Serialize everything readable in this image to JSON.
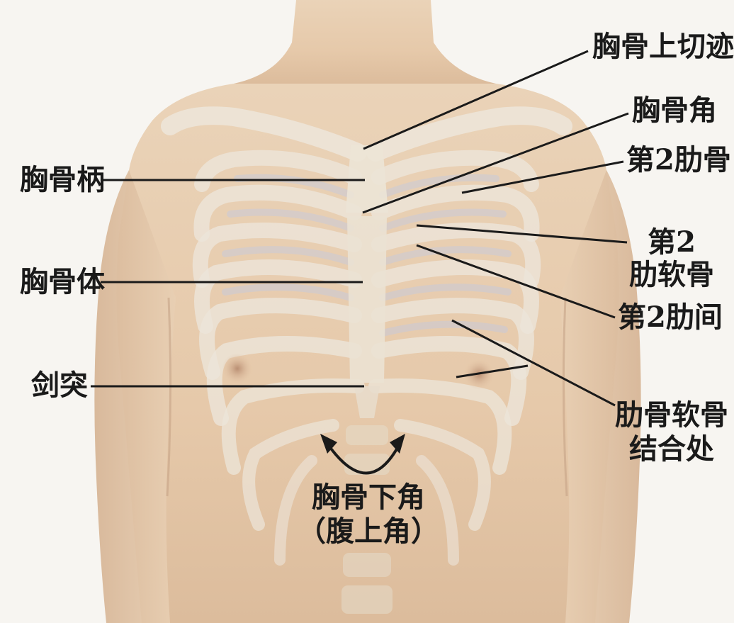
{
  "labels": {
    "suprasternal_notch": "胸骨上切迹",
    "sternal_angle": "胸骨角",
    "second_rib": "第2肋骨",
    "second_costal_cartilage_line1": "第2",
    "second_costal_cartilage_line2": "肋软骨",
    "second_intercostal_space": "第2肋间",
    "costochondral_junction_line1": "肋骨软骨",
    "costochondral_junction_line2": "结合处",
    "manubrium": "胸骨柄",
    "sternal_body": "胸骨体",
    "xiphoid": "剑突",
    "infrasternal_angle_line1": "胸骨下角",
    "infrasternal_angle_line2": "（腹上角）"
  },
  "colors": {
    "background": "#f7f5f1",
    "skin": "#e8cdb0",
    "skin_shadow": "#c9a88a",
    "bone_overlay": "#ebe4d8",
    "intercostal": "#c8c8d4",
    "leader_line": "#1a1a1a",
    "label_text": "#1a1a1a"
  }
}
